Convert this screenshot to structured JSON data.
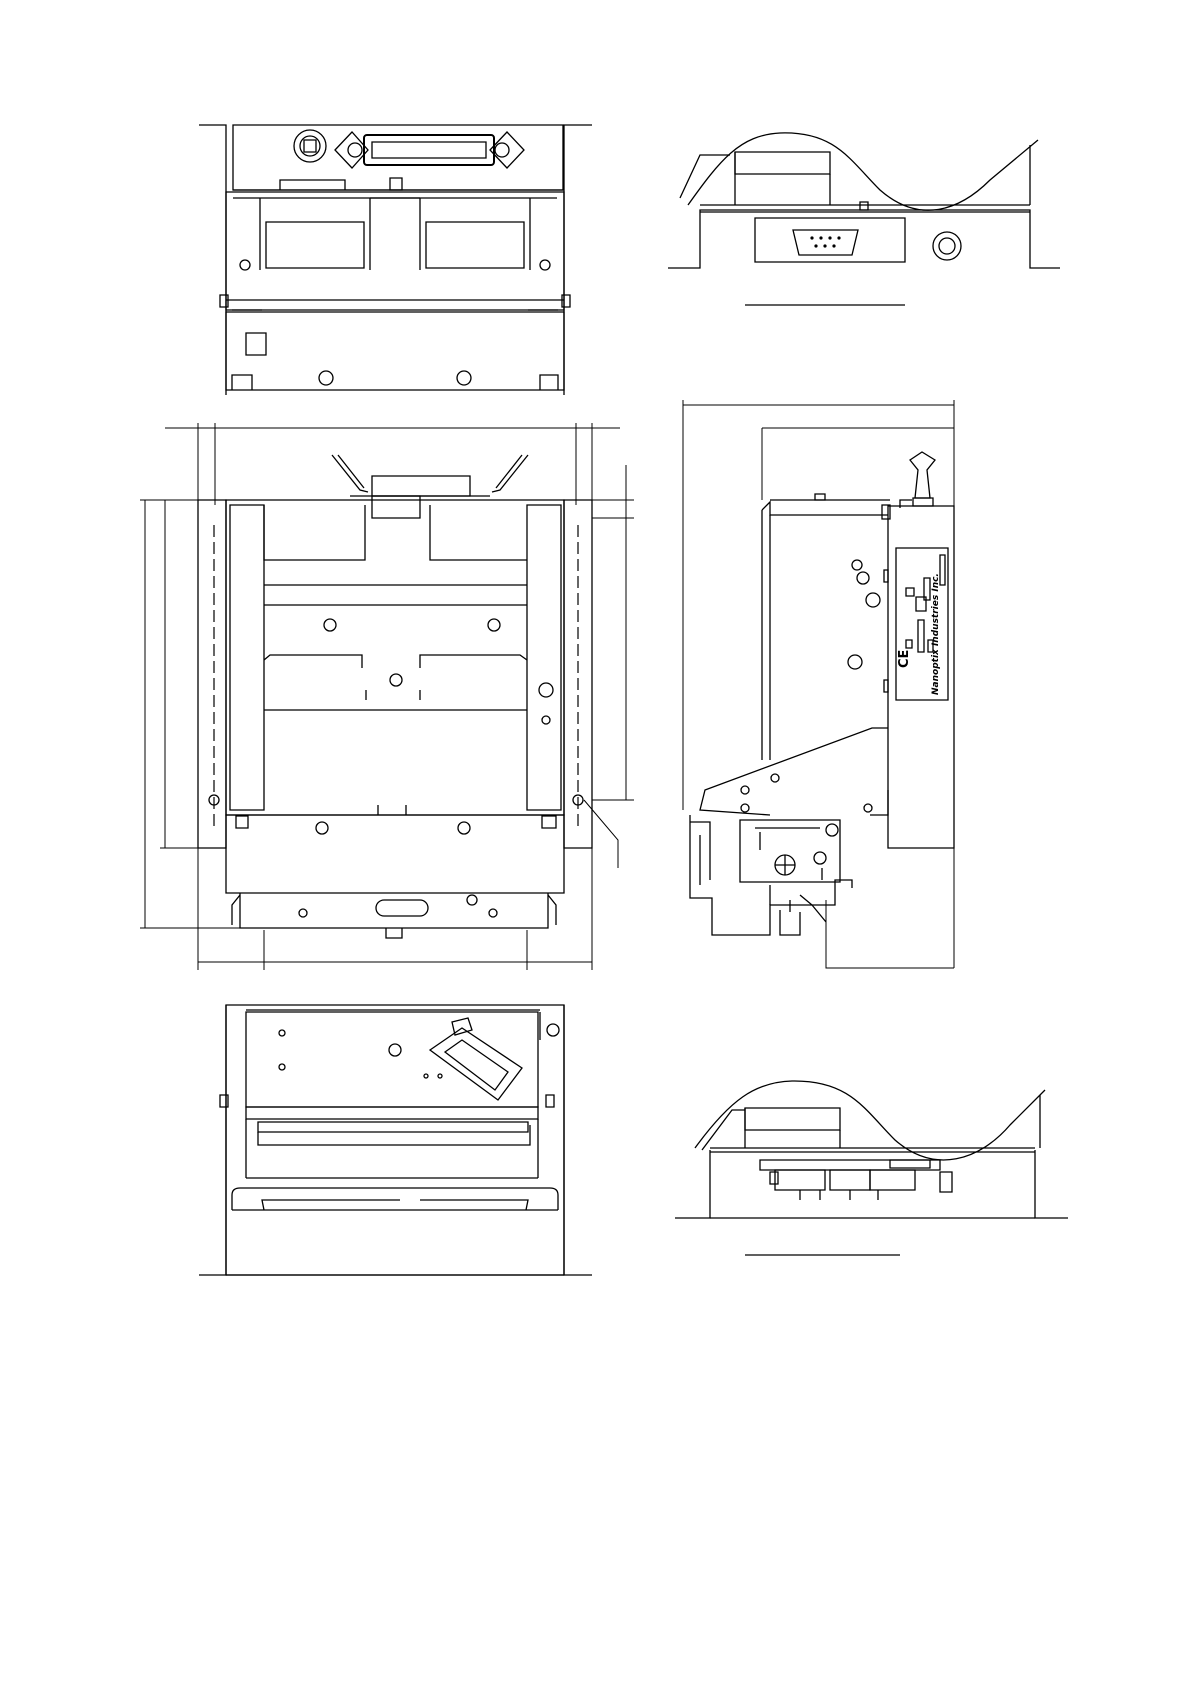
{
  "page": {
    "background": "#ffffff",
    "line_color": "#000000"
  },
  "label": {
    "ce_mark": "CE",
    "brand": "Nanoptix Industries Inc."
  },
  "views": [
    {
      "id": "rear-view",
      "icon": "rear-view-drawing"
    },
    {
      "id": "rear-section-view",
      "icon": "rear-section-view-drawing"
    },
    {
      "id": "front-view",
      "icon": "front-view-drawing"
    },
    {
      "id": "side-view",
      "icon": "side-view-drawing"
    },
    {
      "id": "bottom-view",
      "icon": "bottom-view-drawing"
    },
    {
      "id": "bottom-section-view",
      "icon": "bottom-section-view-drawing"
    }
  ]
}
